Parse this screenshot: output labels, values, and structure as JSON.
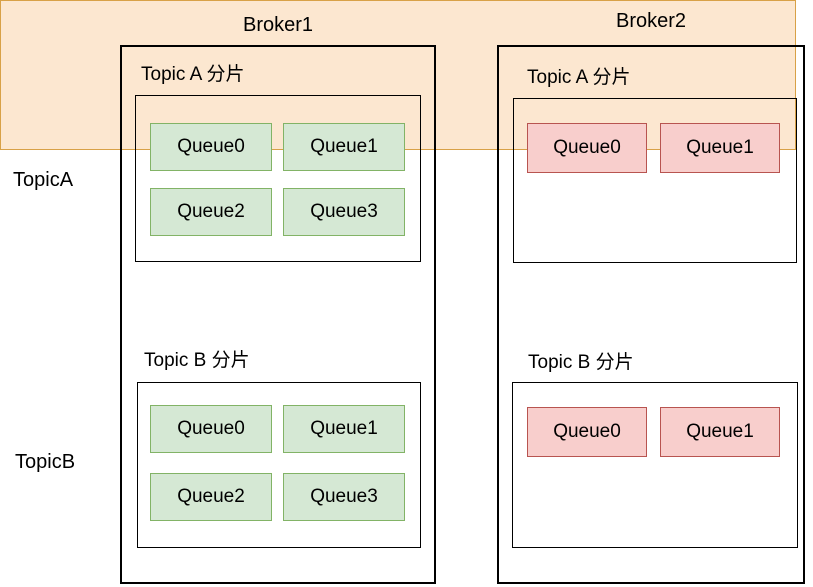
{
  "brokers": [
    {
      "name": "Broker1",
      "sections": [
        {
          "label": "Topic A 分片",
          "queues": [
            "Queue0",
            "Queue1",
            "Queue2",
            "Queue3"
          ]
        },
        {
          "label": "Topic B 分片",
          "queues": [
            "Queue0",
            "Queue1",
            "Queue2",
            "Queue3"
          ]
        }
      ]
    },
    {
      "name": "Broker2",
      "sections": [
        {
          "label": "Topic A 分片",
          "queues": [
            "Queue0",
            "Queue1"
          ]
        },
        {
          "label": "Topic B 分片",
          "queues": [
            "Queue0",
            "Queue1"
          ]
        }
      ]
    }
  ],
  "topic_bands": [
    {
      "label": "TopicA",
      "fill": "#dbe5f6",
      "stroke": "#6c8ebf"
    },
    {
      "label": "TopicB",
      "fill": "#fce7d0",
      "stroke": "#d8a147"
    }
  ],
  "queue_colors": {
    "broker1": {
      "fill": "#d5e8d4",
      "stroke": "#82b366"
    },
    "broker2": {
      "fill": "#f8cecc",
      "stroke": "#b85450"
    }
  },
  "box_stroke": "#000000"
}
